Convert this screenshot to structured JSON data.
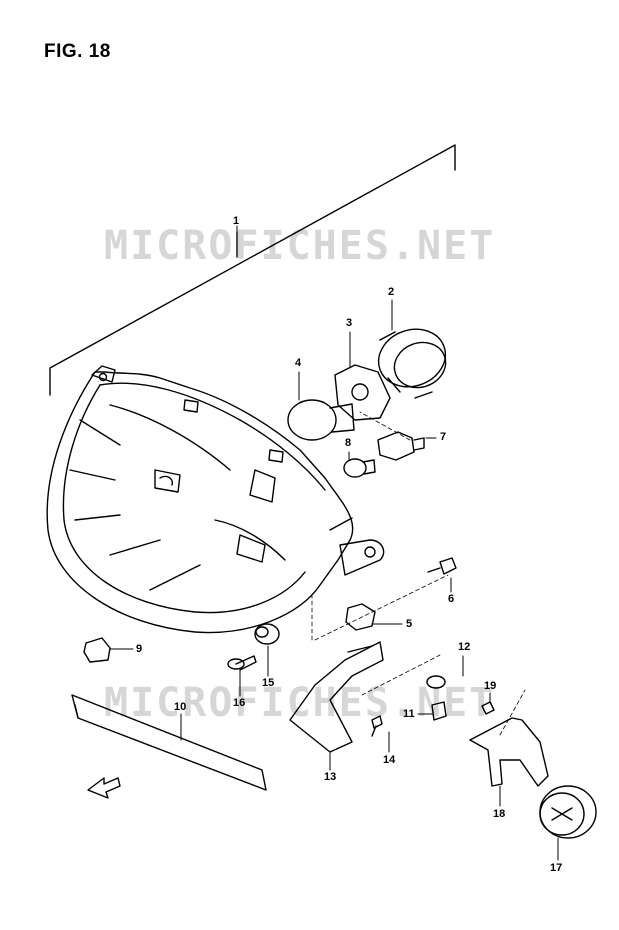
{
  "figure": {
    "title": "FIG. 18"
  },
  "watermark": {
    "text": "MICROFICHES.NET"
  },
  "callouts": [
    {
      "id": "c1",
      "label": "1"
    },
    {
      "id": "c2",
      "label": "2"
    },
    {
      "id": "c3",
      "label": "3"
    },
    {
      "id": "c4",
      "label": "4"
    },
    {
      "id": "c5",
      "label": "5"
    },
    {
      "id": "c6",
      "label": "6"
    },
    {
      "id": "c7",
      "label": "7"
    },
    {
      "id": "c8",
      "label": "8"
    },
    {
      "id": "c9",
      "label": "9"
    },
    {
      "id": "c10",
      "label": "10"
    },
    {
      "id": "c11",
      "label": "11"
    },
    {
      "id": "c12",
      "label": "12"
    },
    {
      "id": "c13",
      "label": "13"
    },
    {
      "id": "c14",
      "label": "14"
    },
    {
      "id": "c15",
      "label": "15"
    },
    {
      "id": "c16",
      "label": "16"
    },
    {
      "id": "c17",
      "label": "17"
    },
    {
      "id": "c18",
      "label": "18"
    },
    {
      "id": "c19",
      "label": "19"
    }
  ],
  "colors": {
    "ink": "#000000",
    "watermark": "#d6d6d6",
    "background": "#ffffff"
  }
}
